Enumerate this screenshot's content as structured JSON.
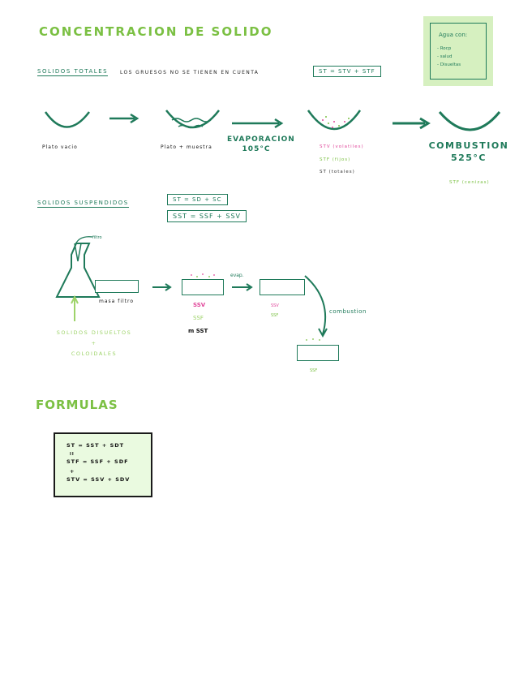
{
  "title": "CONCENTRACION DE SOLIDO",
  "sticky_note": {
    "title": "Agua con:",
    "items": [
      "- Rocp",
      "- salud",
      "- Disueltas"
    ]
  },
  "totales": {
    "heading": "SOLIDOS TOTALES",
    "note": "LOS GRUESOS NO SE TIENEN EN CUENTA",
    "formula": "ST = STV + STF",
    "plato_vacio": "Plato vacio",
    "plato_muestra": "Plato + muestra",
    "evaporacion": "EVAPORACION",
    "evap_temp": "105°C",
    "stv": "STV (volatiles)",
    "stf": "STF (fijos)",
    "st": "ST (totales)",
    "combustion": "COMBUSTION",
    "comb_temp": "525°C",
    "stf_cenizas": "STF (cenizas)"
  },
  "suspendidos": {
    "heading": "SOLIDOS SUSPENDIDOS",
    "formula1": "ST = SD + SC",
    "formula2": "SST = SSF + SSV",
    "filter_label": "filtro",
    "masa_filtro": "masa filtro",
    "ssv": "SSV",
    "ssf": "SSF",
    "msst": "m SST",
    "evap_short": "evap.",
    "ssv2": "SSV",
    "ssf2": "SSF",
    "combustion": "combustion",
    "ssf3": "SSF",
    "disueltos_l1": "SOLIDOS DISUELTOS",
    "disueltos_l2": "+",
    "disueltos_l3": "COLOIDALES"
  },
  "formulas": {
    "heading": "FORMULAS",
    "line1": "ST = SST + SDT",
    "line2": "II",
    "line3": "STF = SSF + SDF",
    "line4": "+",
    "line5": "STV = SSV + SDV"
  },
  "colors": {
    "dark_green": "#1f7a5a",
    "light_green": "#7bc043",
    "pink": "#e0469a",
    "sticky_bg": "#d6f0c0"
  }
}
